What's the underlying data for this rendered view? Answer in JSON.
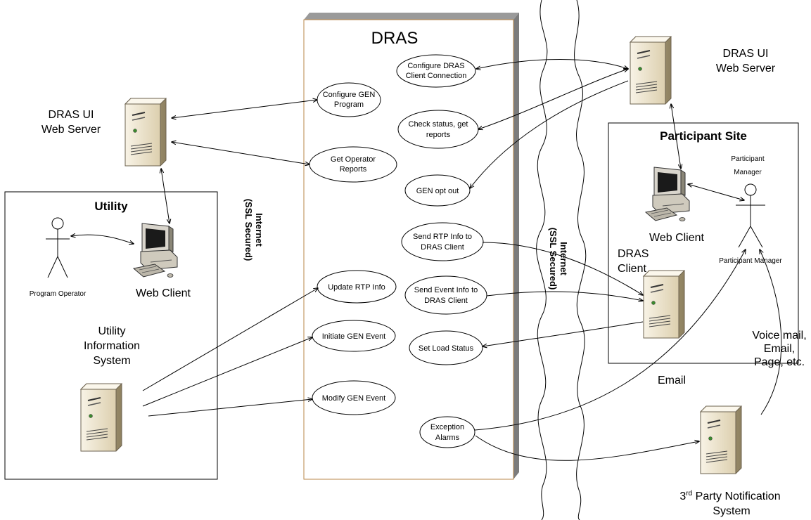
{
  "dras_title": "DRAS",
  "left_server": {
    "line1": "DRAS UI",
    "line2": "Web Server"
  },
  "right_server": {
    "line1": "DRAS UI",
    "line2": "Web Server"
  },
  "utility": {
    "title": "Utility",
    "actor_label": "Program Operator",
    "web_client_label": "Web Client",
    "info_system": [
      "Utility",
      "Information",
      "System"
    ]
  },
  "internet_left": {
    "line1": "Internet",
    "line2": "(SSL Secured)"
  },
  "internet_right": {
    "line1": "Internet",
    "line2": "(SSL Secured)"
  },
  "use_cases_left": {
    "configure_gen_program": [
      "Configure GEN",
      "Program"
    ],
    "get_operator_reports": [
      "Get Operator",
      "Reports"
    ],
    "update_rtp_info": [
      "Update RTP Info"
    ],
    "initiate_gen_event": [
      "Initiate GEN Event"
    ],
    "modify_gen_event": [
      "Modify GEN Event"
    ]
  },
  "use_cases_right": {
    "configure_client_connection": [
      "Configure DRAS",
      "Client Connection"
    ],
    "check_status": [
      "Check status, get",
      "reports"
    ],
    "gen_opt_out": [
      "GEN opt out"
    ],
    "send_rtp_info": [
      "Send RTP Info to",
      "DRAS Client"
    ],
    "send_event_info": [
      "Send Event Info to",
      "DRAS Client"
    ],
    "set_load_status": [
      "Set Load Status"
    ],
    "exception_alarms": [
      "Exception",
      "Alarms"
    ]
  },
  "participant": {
    "title": "Participant Site",
    "manager_top": [
      "Participant",
      "Manager"
    ],
    "manager_bottom": "Participant Manager",
    "web_client_label": "Web Client",
    "dras_client": [
      "DRAS",
      "Client"
    ],
    "notify_channels": [
      "Voice mail,",
      "Email,",
      "Page, etc."
    ]
  },
  "email_label": "Email",
  "third_party": {
    "line1_sup": "rd",
    "line1_pre": "3",
    "line1_post": " Party Notification",
    "line2": "System"
  },
  "colors": {
    "server_body": "#efe6d0",
    "server_side": "#cbbf9f",
    "box_shadow": "#7c7c7c",
    "dras_border": "#b8874a"
  }
}
